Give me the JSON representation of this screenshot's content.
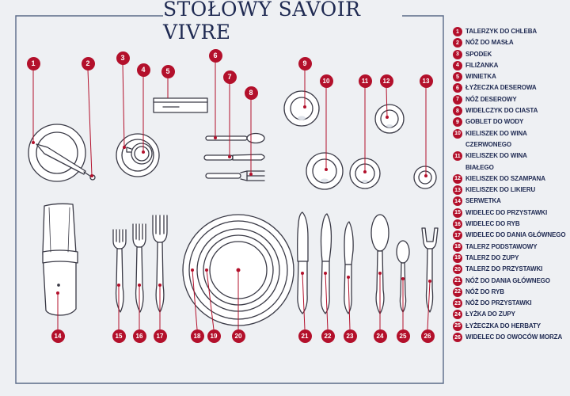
{
  "title": "STOŁOWY SAVOIR VIVRE",
  "colors": {
    "accent": "#b3102b",
    "navy": "#1f2a52",
    "outline": "#3a3a46",
    "background": "#eef0f3"
  },
  "legend": [
    {
      "n": "1",
      "label": "TALERZYK DO CHLEBA"
    },
    {
      "n": "2",
      "label": "NÓŻ DO MASŁA"
    },
    {
      "n": "3",
      "label": "SPODEK"
    },
    {
      "n": "4",
      "label": "FILIŻANKA"
    },
    {
      "n": "5",
      "label": "WINIETKA"
    },
    {
      "n": "6",
      "label": "ŁYŻECZKA DESEROWA"
    },
    {
      "n": "7",
      "label": "NÓŻ DESEROWY"
    },
    {
      "n": "8",
      "label": "WIDELCZYK DO CIASTA"
    },
    {
      "n": "9",
      "label": "GOBLET DO WODY"
    },
    {
      "n": "10",
      "label": "KIELISZEK DO WINA",
      "label2": "CZERWONEGO"
    },
    {
      "n": "11",
      "label": "KIELISZEK DO WINA",
      "label2": "BIAŁEGO"
    },
    {
      "n": "12",
      "label": "KIELISZEK DO SZAMPANA"
    },
    {
      "n": "13",
      "label": "KIELISZEK DO LIKIERU"
    },
    {
      "n": "14",
      "label": "SERWETKA"
    },
    {
      "n": "15",
      "label": "WIDELEC DO PRZYSTAWKI"
    },
    {
      "n": "16",
      "label": "WIDELEC DO RYB"
    },
    {
      "n": "17",
      "label": "WIDELEC DO DANIA GŁÓWNEGO"
    },
    {
      "n": "18",
      "label": "TALERZ PODSTAWOWY"
    },
    {
      "n": "19",
      "label": "TALERZ DO ZUPY"
    },
    {
      "n": "20",
      "label": "TALERZ DO PRZYSTAWKI"
    },
    {
      "n": "21",
      "label": "NÓŻ DO DANIA GŁÓWNEGO"
    },
    {
      "n": "22",
      "label": "NÓŻ DO RYB"
    },
    {
      "n": "23",
      "label": "NÓŻ DO PRZYSTAWKI"
    },
    {
      "n": "24",
      "label": "ŁYŻKA DO ZUPY"
    },
    {
      "n": "25",
      "label": "ŁYŻECZKA DO HERBATY"
    },
    {
      "n": "26",
      "label": "WIDELEC DO OWOCÓW MORZA"
    }
  ]
}
